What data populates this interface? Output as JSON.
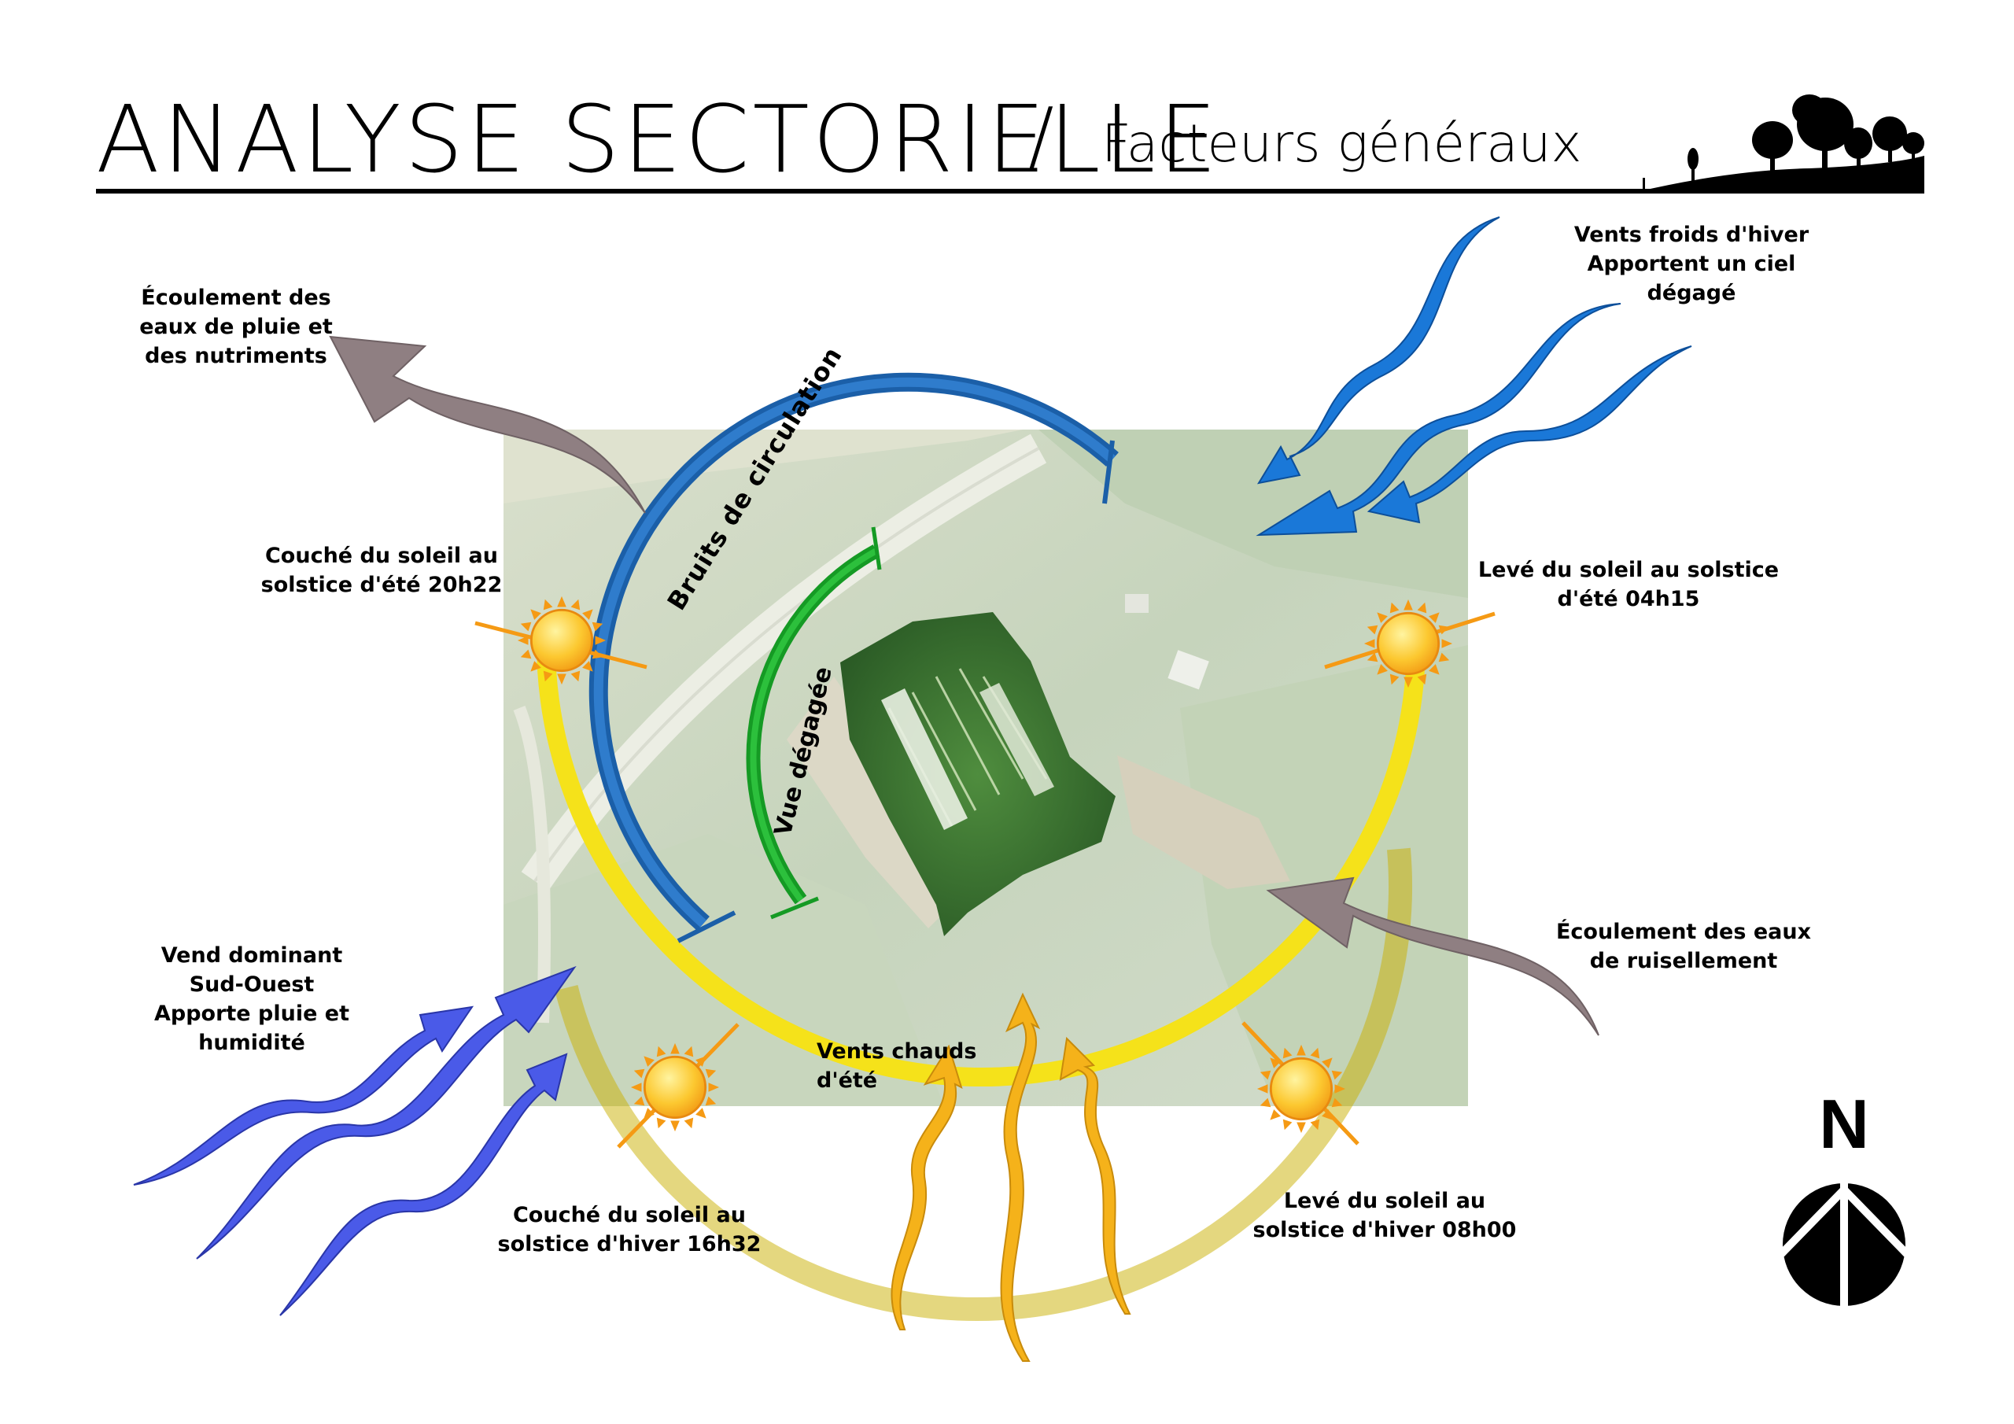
{
  "title": {
    "main": "ANALYSE SECTORIELLE",
    "separator": "/",
    "sub": "Facteurs généraux"
  },
  "arcs": {
    "bruits": "Bruits de circulation",
    "vue": "Vue dégagée"
  },
  "labels": {
    "ecoulement_pluie": [
      "Écoulement des",
      "eaux de pluie et",
      "des nutriments"
    ],
    "vents_froids": [
      "Vents froids d'hiver",
      "Apportent un ciel",
      "dégagé"
    ],
    "couche_ete": [
      "Couché du soleil au",
      "solstice d'été 20h22"
    ],
    "leve_ete": [
      "Levé du soleil au solstice",
      "d'été 04h15"
    ],
    "vent_dominant": [
      "Vend dominant",
      "Sud-Ouest",
      "Apporte pluie et",
      "humidité"
    ],
    "ecoulement_ruissellement": [
      "Écoulement des eaux",
      "de ruisellement"
    ],
    "vents_chauds": [
      "Vents chauds",
      "d'été"
    ],
    "couche_hiver": [
      "Couché du soleil au",
      "solstice d'hiver 16h32"
    ],
    "leve_hiver": [
      "Levé du soleil au",
      "solstice d'hiver 08h00"
    ]
  },
  "north": "N",
  "colors": {
    "sun_path": "#f5e21a",
    "noise_arc": "#1f6fb8",
    "view_arc": "#1aa52a",
    "cold_wind": "#1a78d8",
    "dominant_wind": "#4a5ae8",
    "warm_wind": "#f5b21a",
    "runoff": "#8f7f82",
    "sun": "#fbb72a"
  },
  "icons": [
    "sun-icon",
    "north-arrow-icon",
    "tree-silhouette-icon"
  ]
}
